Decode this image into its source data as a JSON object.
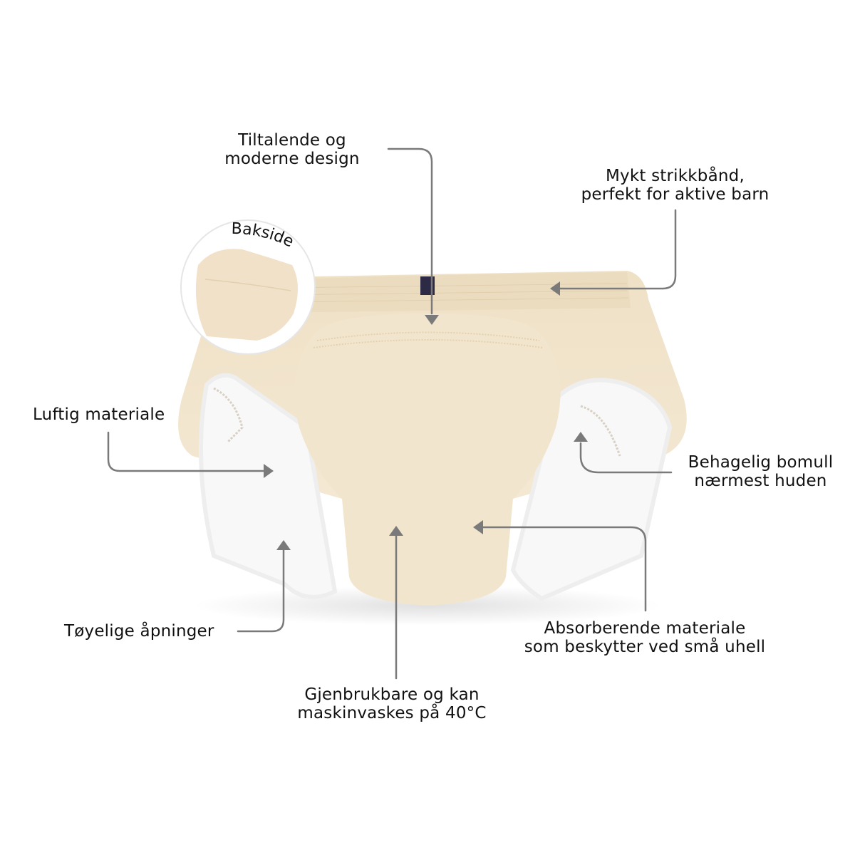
{
  "product": {
    "name": "training-pants",
    "colors": {
      "fabric": "#f1e4cc",
      "fabric_shadow": "#e4d2b2",
      "lining": "#f7f7f7",
      "trim": "#fbfbfb",
      "tag": "#2c2a44",
      "arrow": "#7a7a7a",
      "text": "#111111"
    }
  },
  "inset": {
    "label": "Bakside"
  },
  "callouts": [
    {
      "id": "design",
      "lines": [
        "Tiltalende og",
        "moderne design"
      ]
    },
    {
      "id": "waistband",
      "lines": [
        "Mykt strikkbånd,",
        "perfekt for aktive barn"
      ]
    },
    {
      "id": "airy",
      "lines": [
        "Luftig materiale"
      ]
    },
    {
      "id": "cotton",
      "lines": [
        "Behagelig bomull",
        "nærmest huden"
      ]
    },
    {
      "id": "stretch",
      "lines": [
        "Tøyelige åpninger"
      ]
    },
    {
      "id": "reusable",
      "lines": [
        "Gjenbrukbare og kan",
        "maskinvaskes på 40°C"
      ]
    },
    {
      "id": "absorbent",
      "lines": [
        "Absorberende materiale",
        "som beskytter ved små uhell"
      ]
    }
  ]
}
